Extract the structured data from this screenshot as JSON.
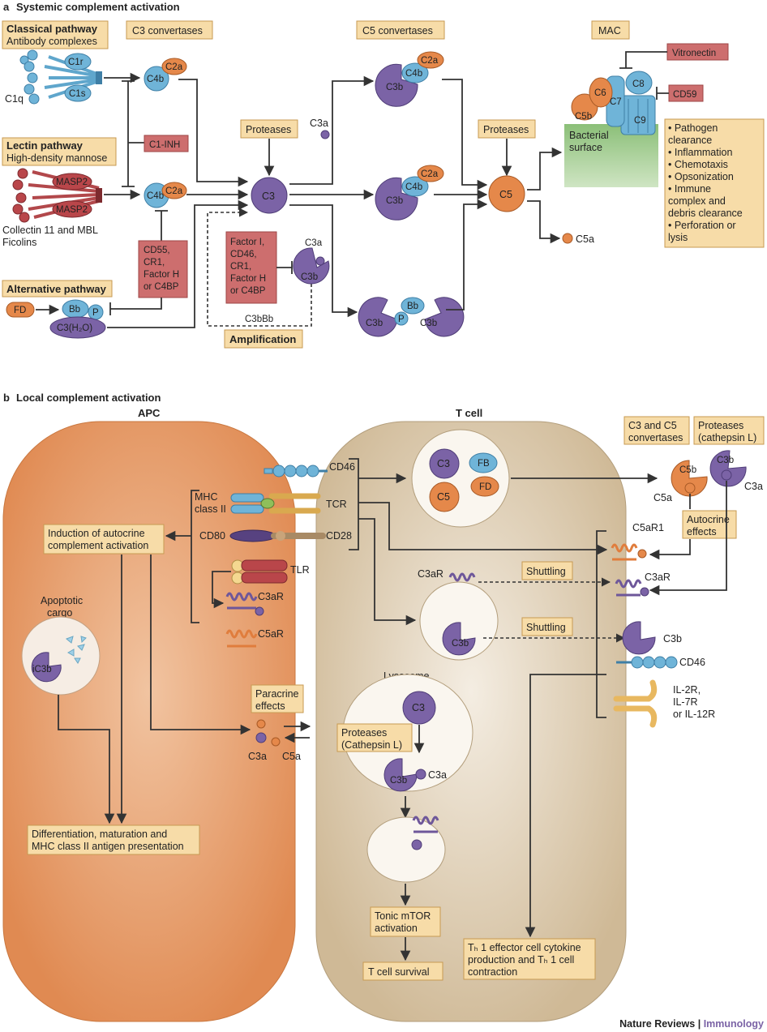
{
  "panel_a": {
    "title_letter": "a",
    "title": "Systemic complement activation",
    "classical_pathway": {
      "title": "Classical pathway",
      "subtitle": "Antibody complexes"
    },
    "lectin_pathway": {
      "title": "Lectin pathway",
      "subtitle": "High-density mannose"
    },
    "alternative_pathway": {
      "title": "Alternative pathway"
    },
    "c3_convertases": "C3 convertases",
    "c5_convertases": "C5 convertases",
    "mac": "MAC",
    "c1r": "C1r",
    "c1s": "C1s",
    "c1q": "C1q",
    "c4b": "C4b",
    "c2a": "C2a",
    "c1_inh": "C1-INH",
    "masp2": "MASP2",
    "lectin_bullets": [
      "Collectin 11 and MBL",
      "Ficolins"
    ],
    "regulators": [
      "CD55,",
      "CR1,",
      "Factor H",
      "or C4BP"
    ],
    "fd": "FD",
    "bb": "Bb",
    "p": "P",
    "c3h2o": "C3(H₂O)",
    "proteases": "Proteases",
    "c3": "C3",
    "c3a": "C3a",
    "c3b": "C3b",
    "factor_i": [
      "Factor I,",
      "CD46,",
      "CR1,",
      "Factor H",
      "or C4BP"
    ],
    "c3bbb": "C3bBb",
    "amplification": "Amplification",
    "c5": "C5",
    "c5a": "C5a",
    "c5b": "C5b",
    "c6": "C6",
    "c7": "C7",
    "c8": "C8",
    "c9": "C9",
    "vitronectin": "Vitronectin",
    "cd59": "CD59",
    "bacterial_surface": [
      "Bacterial",
      "surface"
    ],
    "outcomes": [
      "• Pathogen",
      "  clearance",
      "• Inflammation",
      "• Chemotaxis",
      "• Opsonization",
      "• Immune",
      "  complex and",
      "  debris clearance",
      "• Perforation or",
      "  lysis"
    ]
  },
  "panel_b": {
    "title_letter": "b",
    "title": "Local complement activation",
    "apc": "APC",
    "t_cell": "T cell",
    "induction": [
      "Induction of autocrine",
      "complement activation"
    ],
    "mhc_class_ii": [
      "MHC",
      "class II"
    ],
    "cd80": "CD80",
    "cd28": "CD28",
    "tcr": "TCR",
    "cd46": "CD46",
    "tlr": "TLR",
    "c3ar": "C3aR",
    "c5ar": "C5aR",
    "c5ar1": "C5aR1",
    "apoptotic_cargo": [
      "Apoptotic",
      "cargo"
    ],
    "ic3b": "iC3b",
    "differentiation": [
      "Differentiation, maturation and",
      "MHC class II antigen presentation"
    ],
    "paracrine": [
      "Paracrine",
      "effects"
    ],
    "c3a": "C3a",
    "c5a": "C5a",
    "c3b": "C3b",
    "c5b": "C5b",
    "c3": "C3",
    "c5": "C5",
    "fb": "FB",
    "fd": "FD",
    "c3_c5_convertases": [
      "C3 and C5",
      "convertases"
    ],
    "proteases_cathepsin": [
      "Proteases",
      "(cathepsin L)"
    ],
    "autocrine": [
      "Autocrine",
      "effects"
    ],
    "shuttling": "Shuttling",
    "lysosome": "Lysosome",
    "proteases_cathepsin_cap": [
      "Proteases",
      "(Cathepsin L)"
    ],
    "tonic_mtor": [
      "Tonic mTOR",
      "activation"
    ],
    "t_cell_survival": "T cell survival",
    "il_receptors": [
      "IL-2R,",
      "IL-7R",
      "or IL-12R"
    ],
    "th1": [
      "Tₕ 1 effector cell cytokine",
      "production and Tₕ 1 cell",
      "contraction"
    ]
  },
  "credit": {
    "journal": "Nature Reviews",
    "separator": " | ",
    "section": "Immunology"
  },
  "colors": {
    "complement_purple": "#7b63a6",
    "complement_orange": "#e5884a",
    "complement_blue": "#6fb4d8",
    "regulator_red": "#cd6e6e",
    "label_box": "#f7dca8",
    "apc_fill": "#e3935f",
    "t_cell_fill": "#d8c5a7",
    "credit_purple": "#7b63a6"
  }
}
